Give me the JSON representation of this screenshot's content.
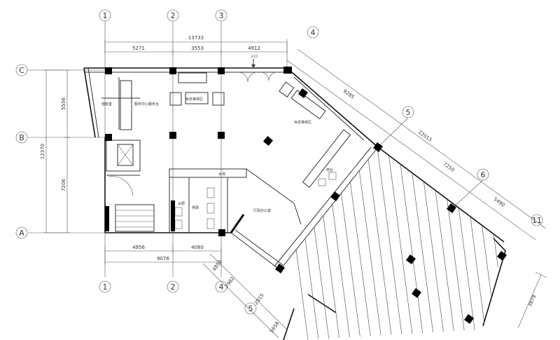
{
  "axes": {
    "top": [
      "1",
      "2",
      "3",
      "4"
    ],
    "left": [
      "C",
      "B",
      "A"
    ],
    "bottom": [
      "1",
      "2",
      "4",
      "5"
    ],
    "diagonal": [
      "5",
      "6",
      "11"
    ]
  },
  "dimensions": {
    "top_total": "13733",
    "top_segments": [
      "5271",
      "3553",
      "4912"
    ],
    "left_total": "12370",
    "left_segments": [
      "5556",
      "7206"
    ],
    "bottom_segments": [
      "4956",
      "4080"
    ],
    "bottom_total": "9076",
    "diag_right": [
      "9285",
      "22015",
      "7250",
      "5490"
    ],
    "diag_lower": [
      "4850",
      "7982",
      "2915",
      "5658"
    ],
    "right_lower": "3879"
  },
  "rooms": {
    "service_desk": "服务中心服务台",
    "left_room": "值班室",
    "waiting": "休息等候区",
    "lounge": "休息等候区",
    "bar": "吧台",
    "water": "水吧",
    "restroom_m": "男厕",
    "restroom_w": "女厕",
    "office": "行政办公室",
    "entry": "入口"
  },
  "colors": {
    "line": "#333333",
    "column": "#000000",
    "background": "#ffffff"
  }
}
